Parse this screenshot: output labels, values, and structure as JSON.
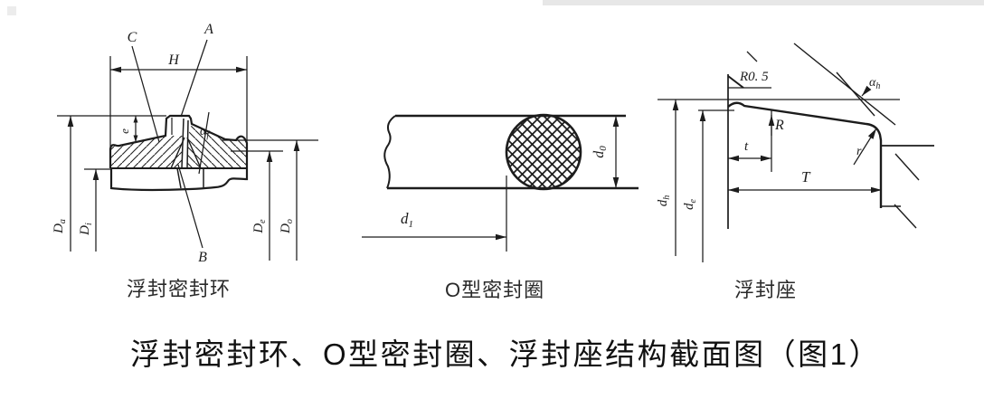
{
  "figure_title": "浮封密封环、O型密封圈、浮封座结构截面图（图1）",
  "seal_ring": {
    "caption": "浮封密封环",
    "labels": {
      "C": "C",
      "A": "A",
      "H": "H",
      "e": "e",
      "B": "B",
      "alpha_f": {
        "main": "α",
        "sub": "f"
      },
      "D_a": {
        "main": "D",
        "sub": "a"
      },
      "D_i": {
        "main": "D",
        "sub": "i"
      },
      "D_e": {
        "main": "D",
        "sub": "e"
      },
      "D_o": {
        "main": "D",
        "sub": "o"
      }
    }
  },
  "o_ring": {
    "caption": "O型密封圈",
    "labels": {
      "d_0": {
        "main": "d",
        "sub": "0"
      },
      "d_1": {
        "main": "d",
        "sub": "1"
      }
    }
  },
  "seal_seat": {
    "caption": "浮封座",
    "labels": {
      "R0_5": "R0. 5",
      "alpha_h": {
        "main": "α",
        "sub": "h"
      },
      "R": "R",
      "t": "t",
      "T": "T",
      "r": "r",
      "d_h": {
        "main": "d",
        "sub": "h"
      },
      "d_e": {
        "main": "d",
        "sub": "e"
      }
    }
  },
  "colors": {
    "ink": "#1c1c1c",
    "paper": "#ffffff"
  }
}
